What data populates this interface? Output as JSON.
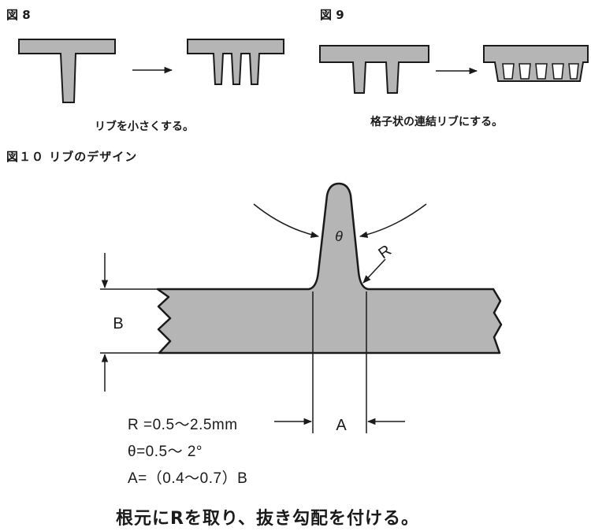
{
  "fig8": {
    "label": "図 8",
    "caption": "リブを小さくする。"
  },
  "fig9": {
    "label": "図 9",
    "caption": "格子状の連結リブにする。"
  },
  "fig10": {
    "title": "図１０ リブのデザイン",
    "label_theta": "θ",
    "label_r": "R",
    "label_b": "B",
    "label_a": "A",
    "formulas": [
      "R =0.5〜2.5mm",
      "θ=0.5〜 2°",
      "A=（0.4〜0.7）B"
    ],
    "bottom_caption": "根元にRを取り、抜き勾配を付ける。"
  },
  "colors": {
    "fill": "#b5b5b5",
    "stroke": "#1a1a1a"
  }
}
